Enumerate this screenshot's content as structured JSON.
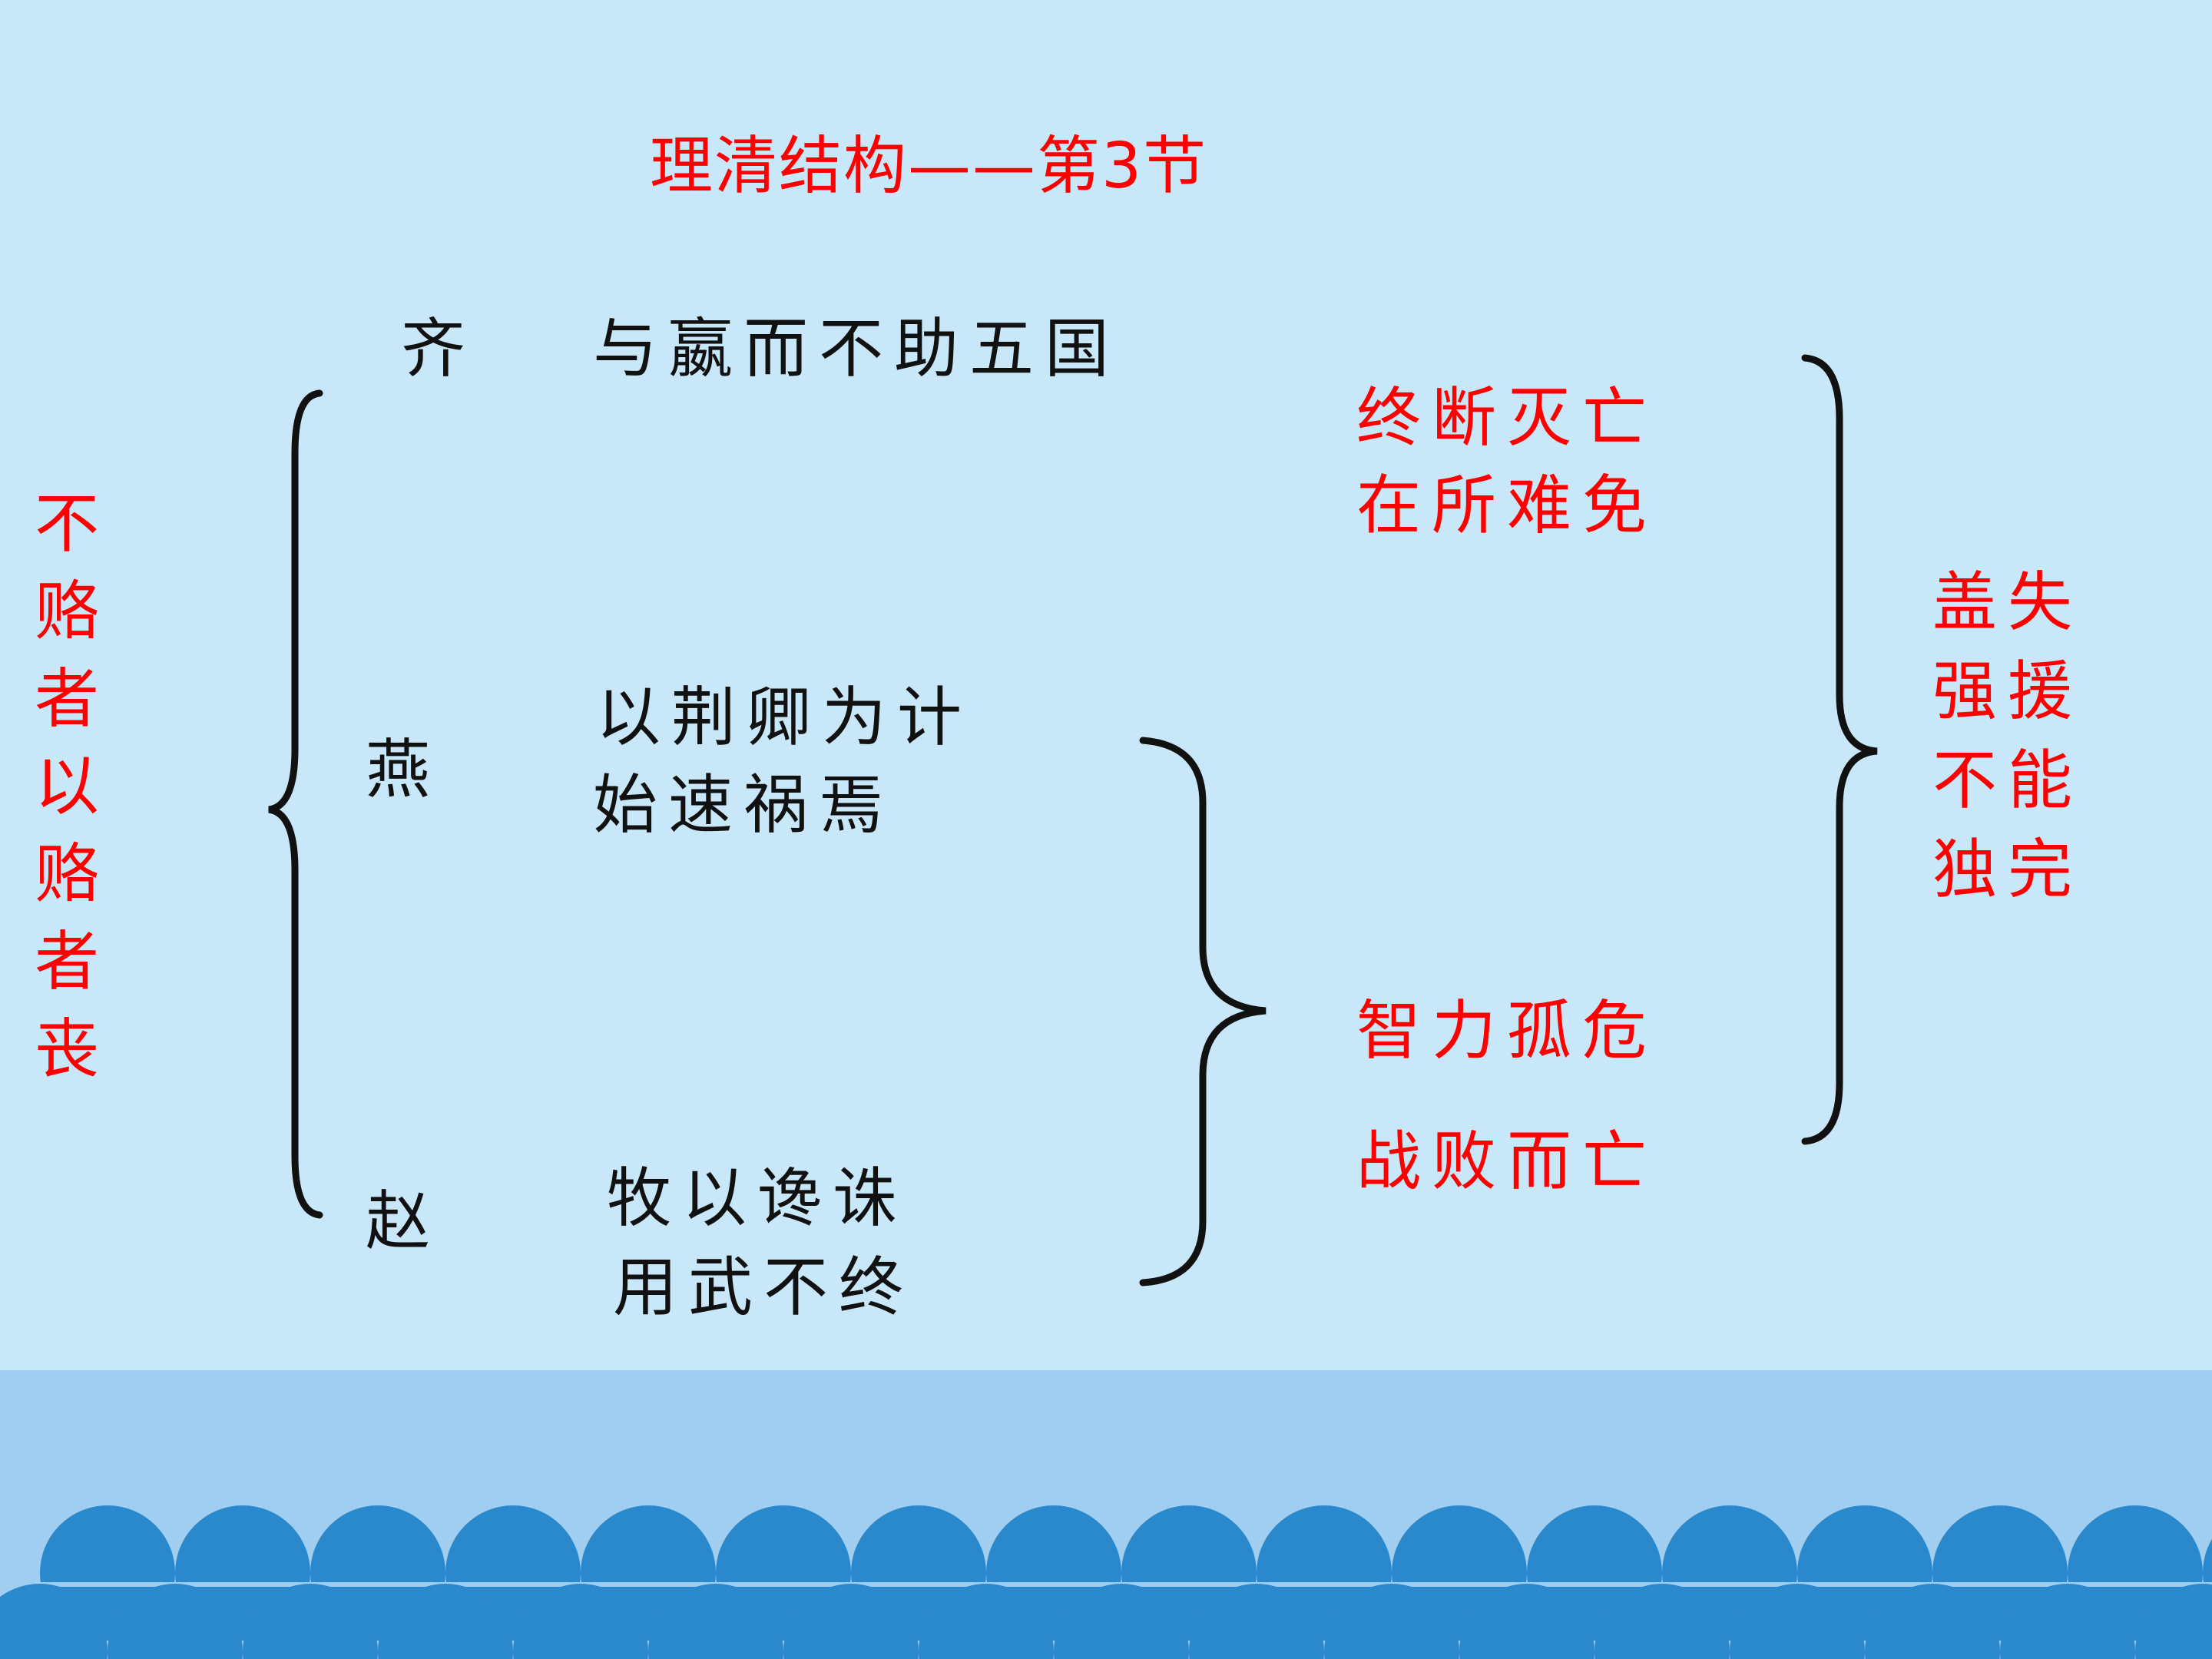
{
  "slide": {
    "title": "理清结构——第3节",
    "states": {
      "qi": "齐",
      "yan": "燕",
      "zhao": "赵"
    },
    "qi_desc": "与嬴而不助五国",
    "yan_desc": [
      "以荆卿为计",
      "始速祸焉"
    ],
    "zhao_desc": [
      "牧以谗诛",
      "用武不终"
    ],
    "result_qi": [
      "终断灭亡",
      "在所难免"
    ],
    "result_yan_zhao": [
      "智力孤危",
      "战败而亡"
    ],
    "left_summary": "不赂者以赂者丧",
    "right_summary": [
      "盖失",
      "强援",
      "不能",
      "独完"
    ]
  },
  "colors": {
    "background": "#c8e8fa",
    "accent_red": "#ff0000",
    "text_black": "#111111",
    "wave_band": "#a0cef1",
    "wave_scale": "#2a88cc"
  }
}
